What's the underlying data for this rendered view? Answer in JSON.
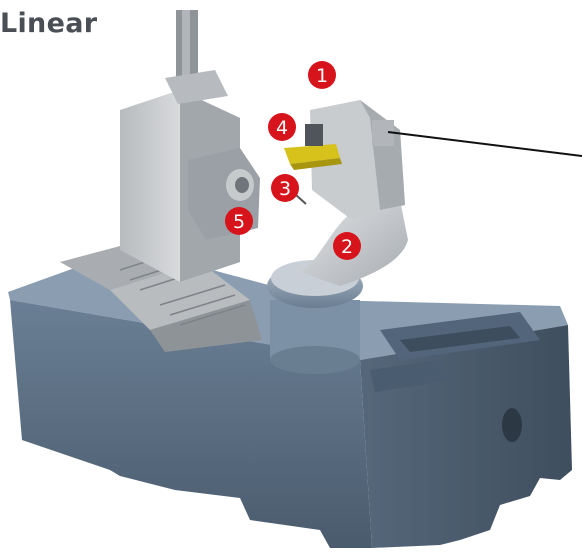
{
  "heading": "Linear",
  "colors": {
    "marker": "#d7141b",
    "base_dark": "#3c4a5a",
    "base_front": "#5d7188",
    "base_top": "#8498ad",
    "machine_light": "#c9cbcd",
    "machine_mid": "#a9adb1",
    "machine_dark": "#7f8489",
    "fixture_yellow": "#d6c21b",
    "leader_line": "#111111"
  },
  "markers": [
    {
      "label": "1"
    },
    {
      "label": "2"
    },
    {
      "label": "3"
    },
    {
      "label": "4"
    },
    {
      "label": "5"
    }
  ]
}
